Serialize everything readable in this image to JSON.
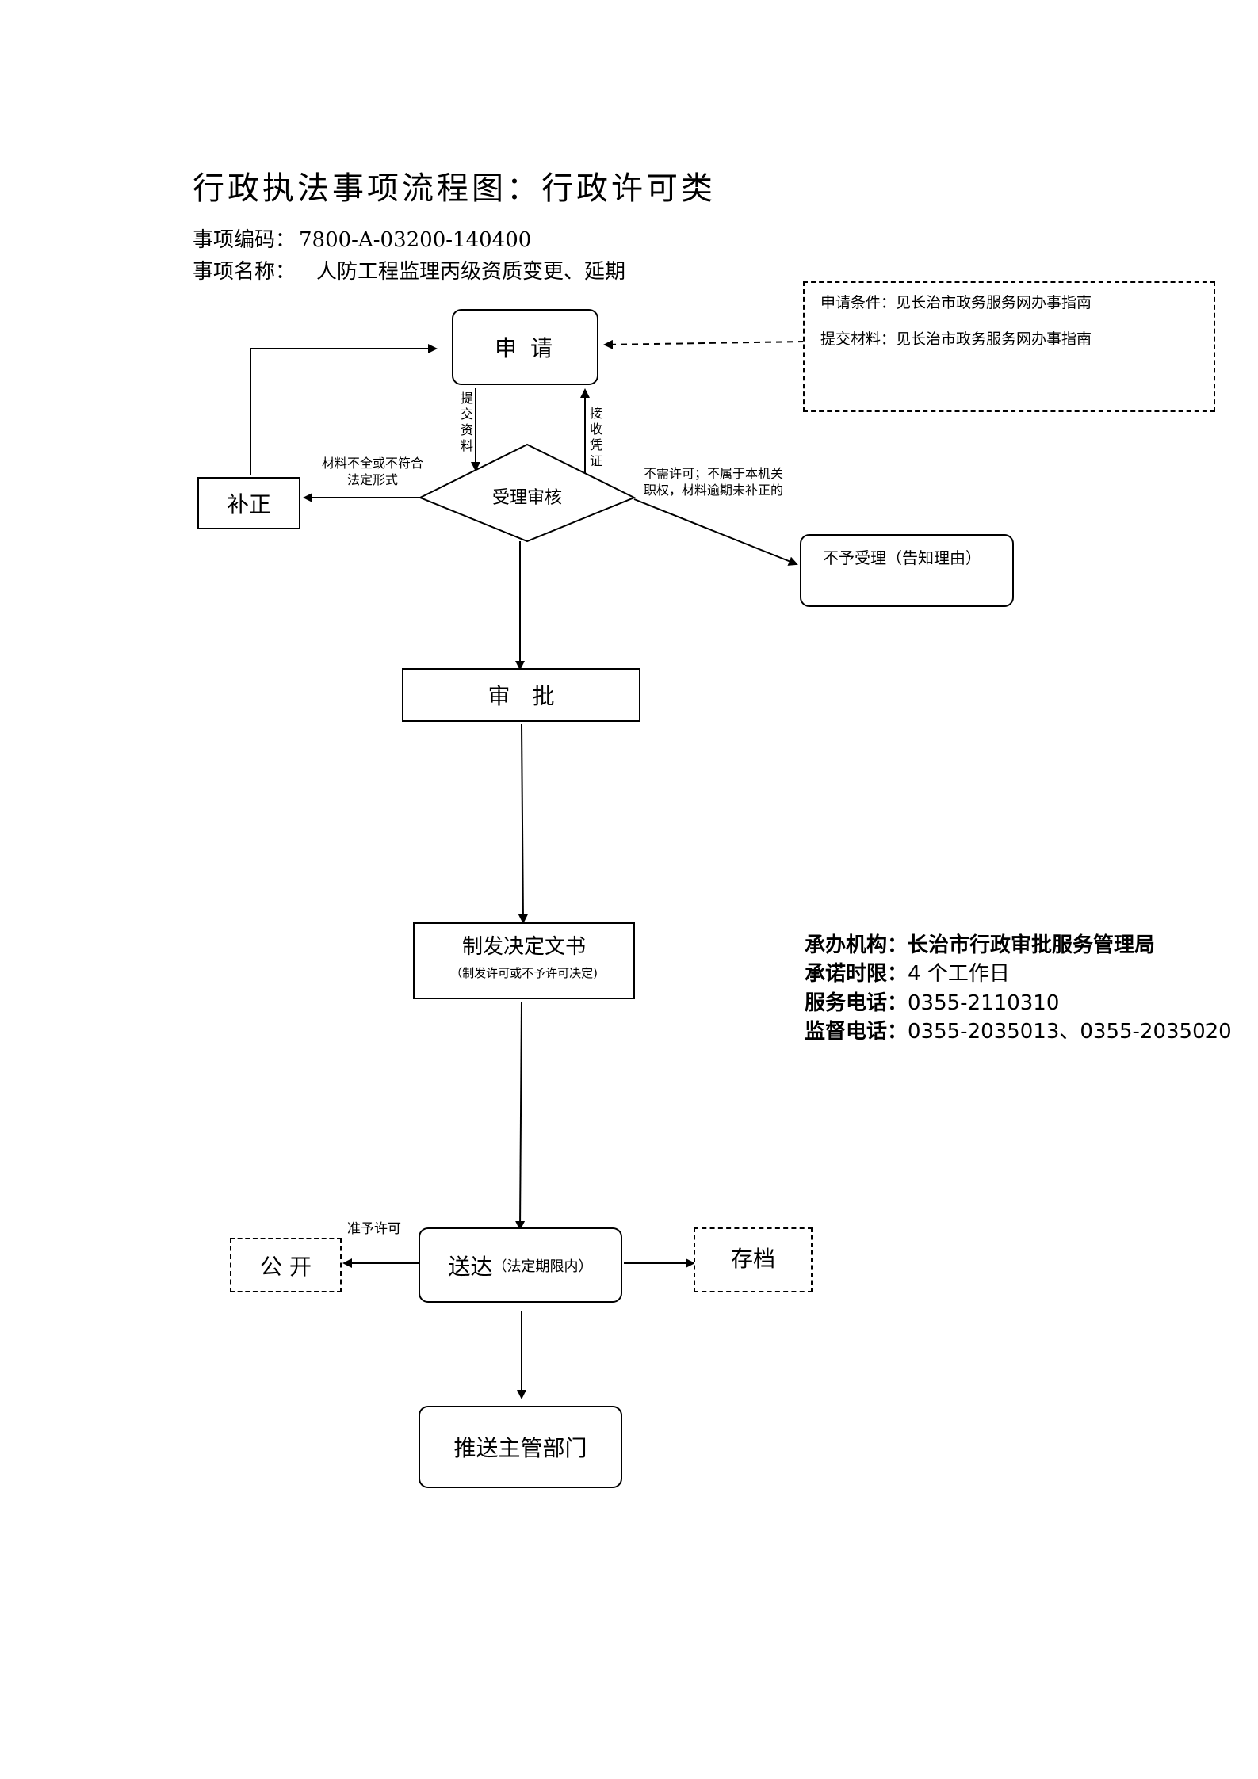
{
  "header": {
    "title": "行政执法事项流程图：行政许可类",
    "code_label": "事项编码：",
    "code_value": "7800-A-03200-140400",
    "name_label": "事项名称：",
    "name_value": "人防工程监理丙级资质变更、延期"
  },
  "notes_box": {
    "conditions": "申请条件：见长治市政务服务网办事指南",
    "materials": "提交材料：见长治市政务服务网办事指南"
  },
  "nodes": {
    "apply": "申 请",
    "review": "受理审核",
    "correction": "补正",
    "reject": "不予受理（告知理由）",
    "approve": "审　批",
    "decision_title": "制发决定文书",
    "decision_sub": "（制发许可或不予许可决定)",
    "deliver_main": "送达",
    "deliver_sub": "（法定期限内）",
    "publish": "公 开",
    "archive": "存档",
    "push": "推送主管部门"
  },
  "edge_labels": {
    "submit": "提交资料",
    "receipt": "接收凭证",
    "incomplete_1": "材料不全或不符合",
    "incomplete_2": "法定形式",
    "reject_1": "不需许可；不属于本机关",
    "reject_2": "职权，材料逾期未补正的",
    "grant": "准予许可"
  },
  "agency": {
    "org_label": "承办机构：",
    "org_value": "长治市行政审批服务管理局",
    "limit_label": "承诺时限：",
    "limit_value": "4 个工作日",
    "service_label": "服务电话：",
    "service_value": "0355-2110310",
    "supervise_label": "监督电话：",
    "supervise_value": "0355-2035013、0355-2035020"
  }
}
